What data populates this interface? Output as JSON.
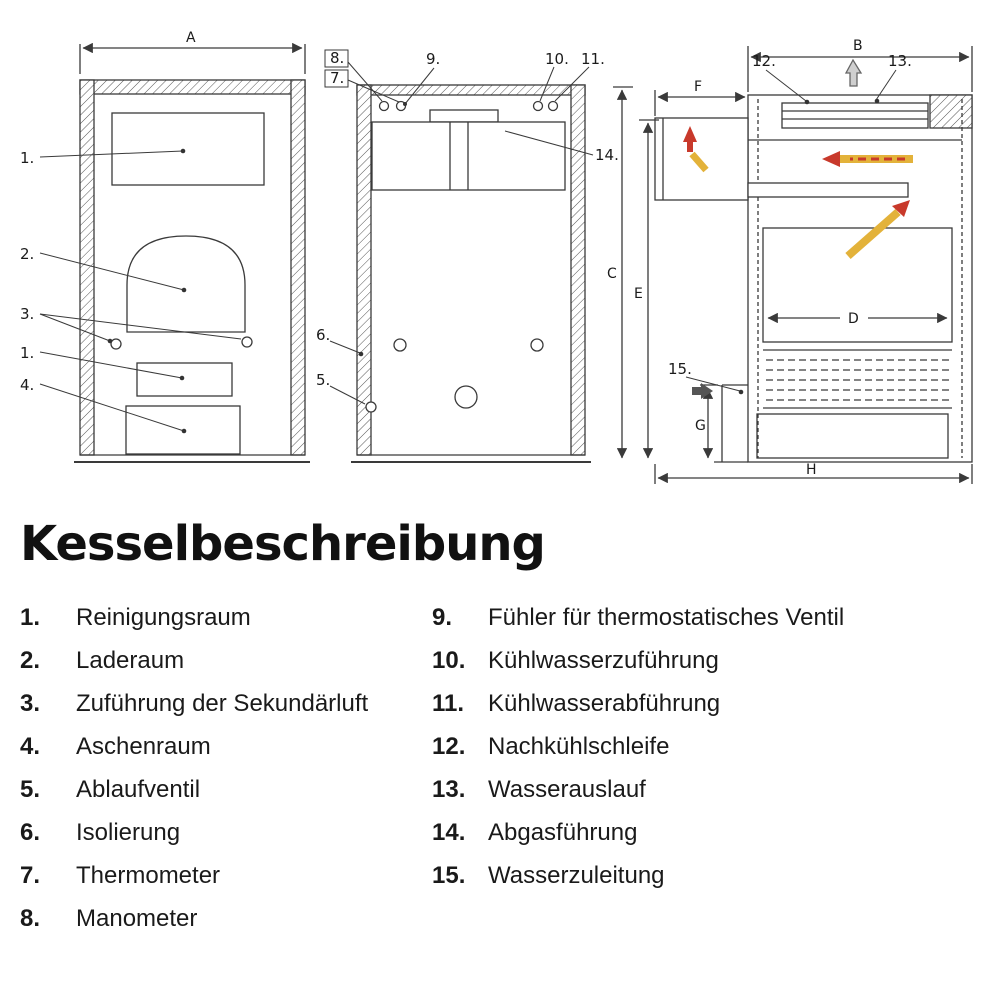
{
  "title": "Kesselbeschreibung",
  "legend": {
    "left": [
      {
        "num": "1.",
        "label": "Reinigungsraum"
      },
      {
        "num": "2.",
        "label": "Laderaum"
      },
      {
        "num": "3.",
        "label": "Zuführung der Sekundärluft"
      },
      {
        "num": "4.",
        "label": "Aschenraum"
      },
      {
        "num": "5.",
        "label": "Ablaufventil"
      },
      {
        "num": "6.",
        "label": "Isolierung"
      },
      {
        "num": "7.",
        "label": "Thermometer"
      },
      {
        "num": "8.",
        "label": "Manometer"
      }
    ],
    "right": [
      {
        "num": "9.",
        "label": "Fühler für thermostatisches Ventil"
      },
      {
        "num": "10.",
        "label": "Kühlwasserzuführung"
      },
      {
        "num": "11.",
        "label": "Kühlwasserabführung"
      },
      {
        "num": "12.",
        "label": "Nachkühlschleife"
      },
      {
        "num": "13.",
        "label": "Wasserauslauf"
      },
      {
        "num": "14.",
        "label": "Abgasführung"
      },
      {
        "num": "15.",
        "label": "Wasserzuleitung"
      }
    ]
  },
  "diagram": {
    "dims": {
      "A": "A",
      "B": "B",
      "C": "C",
      "D": "D",
      "E": "E",
      "F": "F",
      "G": "G",
      "H": "H"
    },
    "callouts": {
      "c1a": "1.",
      "c2": "2.",
      "c3": "3.",
      "c1b": "1.",
      "c4": "4.",
      "c5": "5.",
      "c6": "6.",
      "c7": "7.",
      "c8": "8.",
      "c9": "9.",
      "c10": "10.",
      "c11": "11.",
      "c12": "12.",
      "c13": "13.",
      "c14": "14.",
      "c15": "15."
    },
    "colors": {
      "flame_red": "#c8392b",
      "flame_yellow": "#e3b23a",
      "arrow_gray": "#cfcfcf"
    }
  }
}
